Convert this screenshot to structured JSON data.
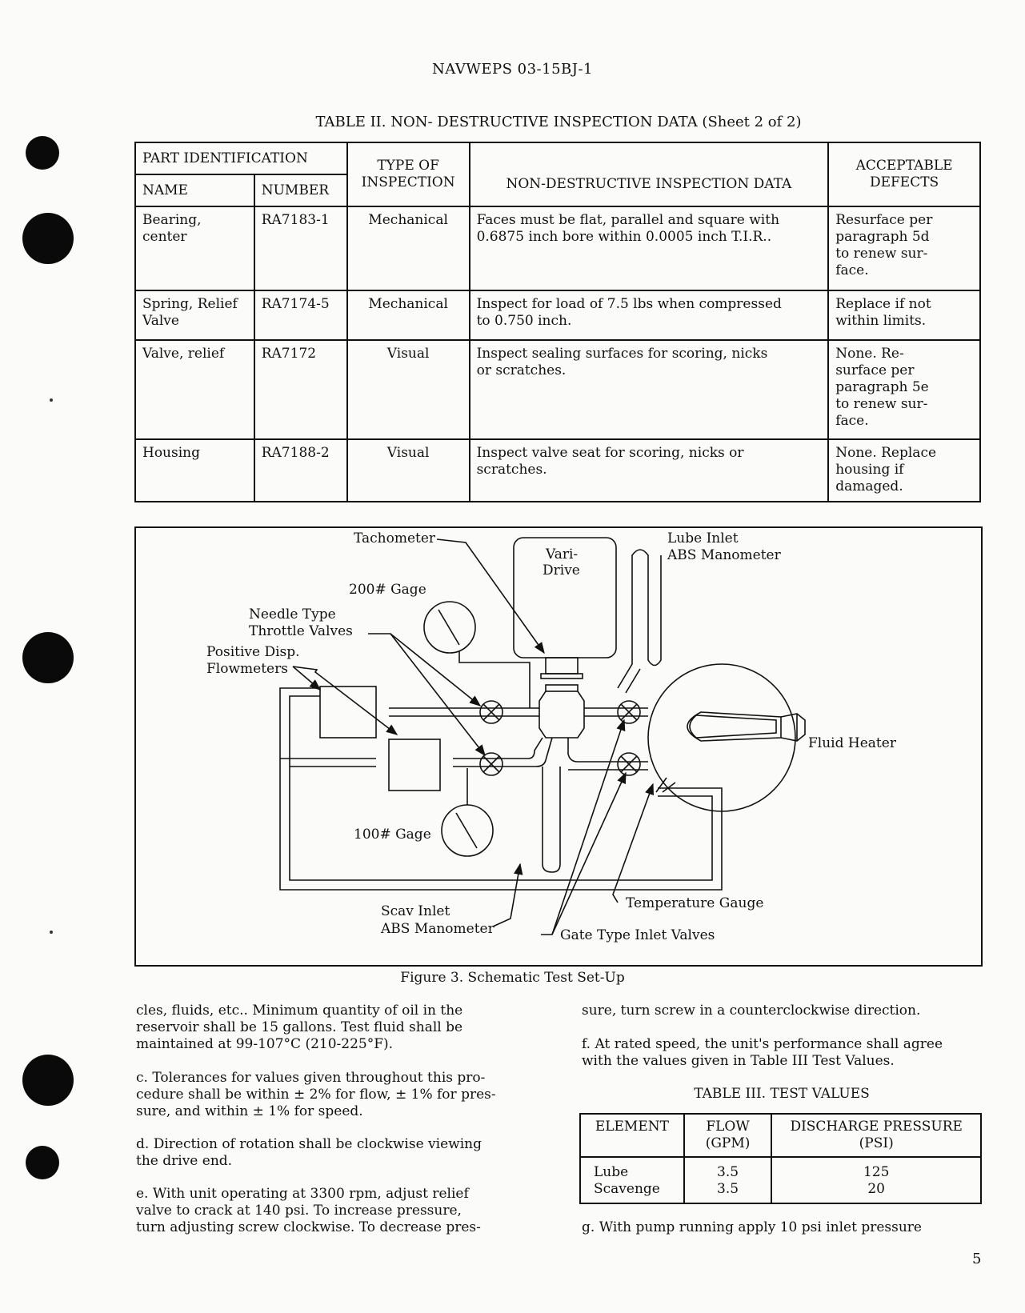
{
  "header": {
    "doc_number": "NAVWEPS 03-15BJ-1"
  },
  "table2": {
    "title": "TABLE II.  NON- DESTRUCTIVE INSPECTION DATA  (Sheet 2 of 2)",
    "headers": {
      "part_identification": "PART IDENTIFICATION",
      "name": "NAME",
      "number": "NUMBER",
      "type_of_inspection": [
        "TYPE OF",
        "INSPECTION"
      ],
      "nd_data": "NON-DESTRUCTIVE INSPECTION DATA",
      "acceptable_defects": [
        "ACCEPTABLE",
        "DEFECTS"
      ]
    },
    "rows": [
      {
        "name": [
          "Bearing,",
          "center"
        ],
        "number": "RA7183-1",
        "type": "Mechanical",
        "data": [
          "Faces must be flat, parallel and square with",
          "0.6875 inch bore within 0.0005 inch T.I.R.."
        ],
        "defects": [
          "Resurface per",
          "paragraph 5d",
          "to renew sur-",
          "face."
        ]
      },
      {
        "name": [
          "Spring, Relief",
          "Valve"
        ],
        "number": "RA7174-5",
        "type": "Mechanical",
        "data": [
          "Inspect for load of 7.5 lbs when compressed",
          "to 0.750 inch."
        ],
        "defects": [
          "Replace if not",
          "within limits."
        ]
      },
      {
        "name": [
          "Valve, relief"
        ],
        "number": "RA7172",
        "type": "Visual",
        "data": [
          "Inspect sealing surfaces for scoring, nicks",
          "or scratches."
        ],
        "defects": [
          "None.  Re-",
          "surface per",
          "paragraph 5e",
          "to renew sur-",
          "face."
        ]
      },
      {
        "name": [
          "Housing"
        ],
        "number": "RA7188-2",
        "type": "Visual",
        "data": [
          "Inspect valve seat for scoring, nicks or",
          "scratches."
        ],
        "defects": [
          "None. Replace",
          "housing if",
          "damaged."
        ]
      }
    ]
  },
  "figure": {
    "caption": "Figure 3.  Schematic Test Set-Up",
    "labels": {
      "tachometer": "Tachometer",
      "vari": "Vari-",
      "drive": "Drive",
      "lube_inlet": "Lube Inlet",
      "abs_manometer_top": "ABS Manometer",
      "gage_200": "200# Gage",
      "needle_type": "Needle Type",
      "throttle_valves": "Throttle Valves",
      "positive_disp": "Positive Disp.",
      "flowmeters": "Flowmeters",
      "fluid_heater": "Fluid Heater",
      "gage_100": "100# Gage",
      "scav_inlet": "Scav Inlet",
      "abs_manometer_bottom": "ABS Manometer",
      "temperature_gauge": "Temperature Gauge",
      "gate_type_inlet_valves": "Gate Type Inlet Valves"
    }
  },
  "body": {
    "left": [
      [
        "cles, fluids, etc..  Minimum quantity of oil in the",
        "reservoir shall be 15 gallons.  Test fluid shall be",
        "maintained at 99-107°C (210-225°F)."
      ],
      [
        "c.  Tolerances for values given throughout this pro-",
        "cedure shall be within ± 2% for flow, ± 1% for pres-",
        "sure, and within ± 1% for speed."
      ],
      [
        "d.  Direction of rotation shall be clockwise viewing",
        "the drive end."
      ],
      [
        "e.  With unit operating at 3300 rpm, adjust relief",
        "valve to crack at 140 psi.  To increase pressure,",
        "turn adjusting screw clockwise.  To decrease pres-"
      ]
    ],
    "right_top": [
      [
        "sure, turn screw in a counterclockwise direction."
      ],
      [
        "f.  At rated speed, the unit's performance shall agree",
        "with the values given in Table III Test Values."
      ]
    ],
    "right_bottom": [
      "g.  With pump running apply 10 psi inlet pressure"
    ]
  },
  "table3": {
    "title": "TABLE III.  TEST VALUES",
    "headers": {
      "element": "ELEMENT",
      "flow": [
        "FLOW",
        "(GPM)"
      ],
      "pressure": [
        "DISCHARGE PRESSURE",
        "(PSI)"
      ]
    },
    "rows": [
      {
        "element": "Lube",
        "flow": "3.5",
        "pressure": "125"
      },
      {
        "element": "Scavenge",
        "flow": "3.5",
        "pressure": "20"
      }
    ]
  },
  "footer": {
    "page_number": "5"
  }
}
